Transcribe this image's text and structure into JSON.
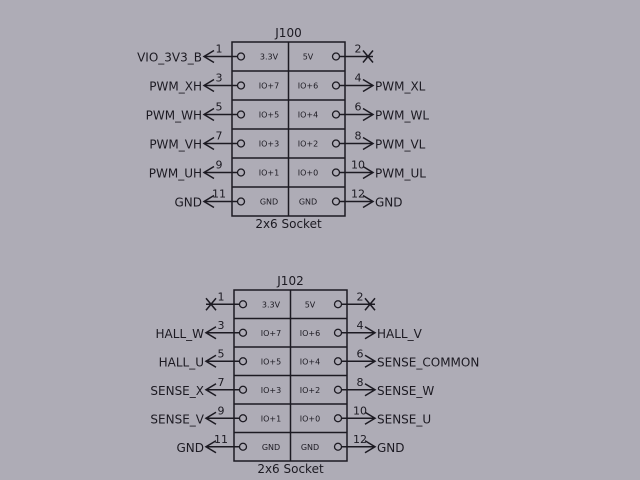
{
  "colors": {
    "background": "#aeacb6",
    "ink": "#1c1a22"
  },
  "connectors": [
    {
      "ref": "J100",
      "footprint": "2x6 Socket",
      "pins": [
        {
          "left_num": "1",
          "left_cell": "3.3V",
          "left_net": "VIO_3V3_B",
          "right_num": "2",
          "right_cell": "5V",
          "right_net": null
        },
        {
          "left_num": "3",
          "left_cell": "IO+7",
          "left_net": "PWM_XH",
          "right_num": "4",
          "right_cell": "IO+6",
          "right_net": "PWM_XL"
        },
        {
          "left_num": "5",
          "left_cell": "IO+5",
          "left_net": "PWM_WH",
          "right_num": "6",
          "right_cell": "IO+4",
          "right_net": "PWM_WL"
        },
        {
          "left_num": "7",
          "left_cell": "IO+3",
          "left_net": "PWM_VH",
          "right_num": "8",
          "right_cell": "IO+2",
          "right_net": "PWM_VL"
        },
        {
          "left_num": "9",
          "left_cell": "IO+1",
          "left_net": "PWM_UH",
          "right_num": "10",
          "right_cell": "IO+0",
          "right_net": "PWM_UL"
        },
        {
          "left_num": "11",
          "left_cell": "GND",
          "left_net": "GND",
          "right_num": "12",
          "right_cell": "GND",
          "right_net": "GND"
        }
      ]
    },
    {
      "ref": "J102",
      "footprint": "2x6 Socket",
      "pins": [
        {
          "left_num": "1",
          "left_cell": "3.3V",
          "left_net": null,
          "right_num": "2",
          "right_cell": "5V",
          "right_net": null
        },
        {
          "left_num": "3",
          "left_cell": "IO+7",
          "left_net": "HALL_W",
          "right_num": "4",
          "right_cell": "IO+6",
          "right_net": "HALL_V"
        },
        {
          "left_num": "5",
          "left_cell": "IO+5",
          "left_net": "HALL_U",
          "right_num": "6",
          "right_cell": "IO+4",
          "right_net": "SENSE_COMMON"
        },
        {
          "left_num": "7",
          "left_cell": "IO+3",
          "left_net": "SENSE_X",
          "right_num": "8",
          "right_cell": "IO+2",
          "right_net": "SENSE_W"
        },
        {
          "left_num": "9",
          "left_cell": "IO+1",
          "left_net": "SENSE_V",
          "right_num": "10",
          "right_cell": "IO+0",
          "right_net": "SENSE_U"
        },
        {
          "left_num": "11",
          "left_cell": "GND",
          "left_net": "GND",
          "right_num": "12",
          "right_cell": "GND",
          "right_net": "GND"
        }
      ]
    }
  ]
}
